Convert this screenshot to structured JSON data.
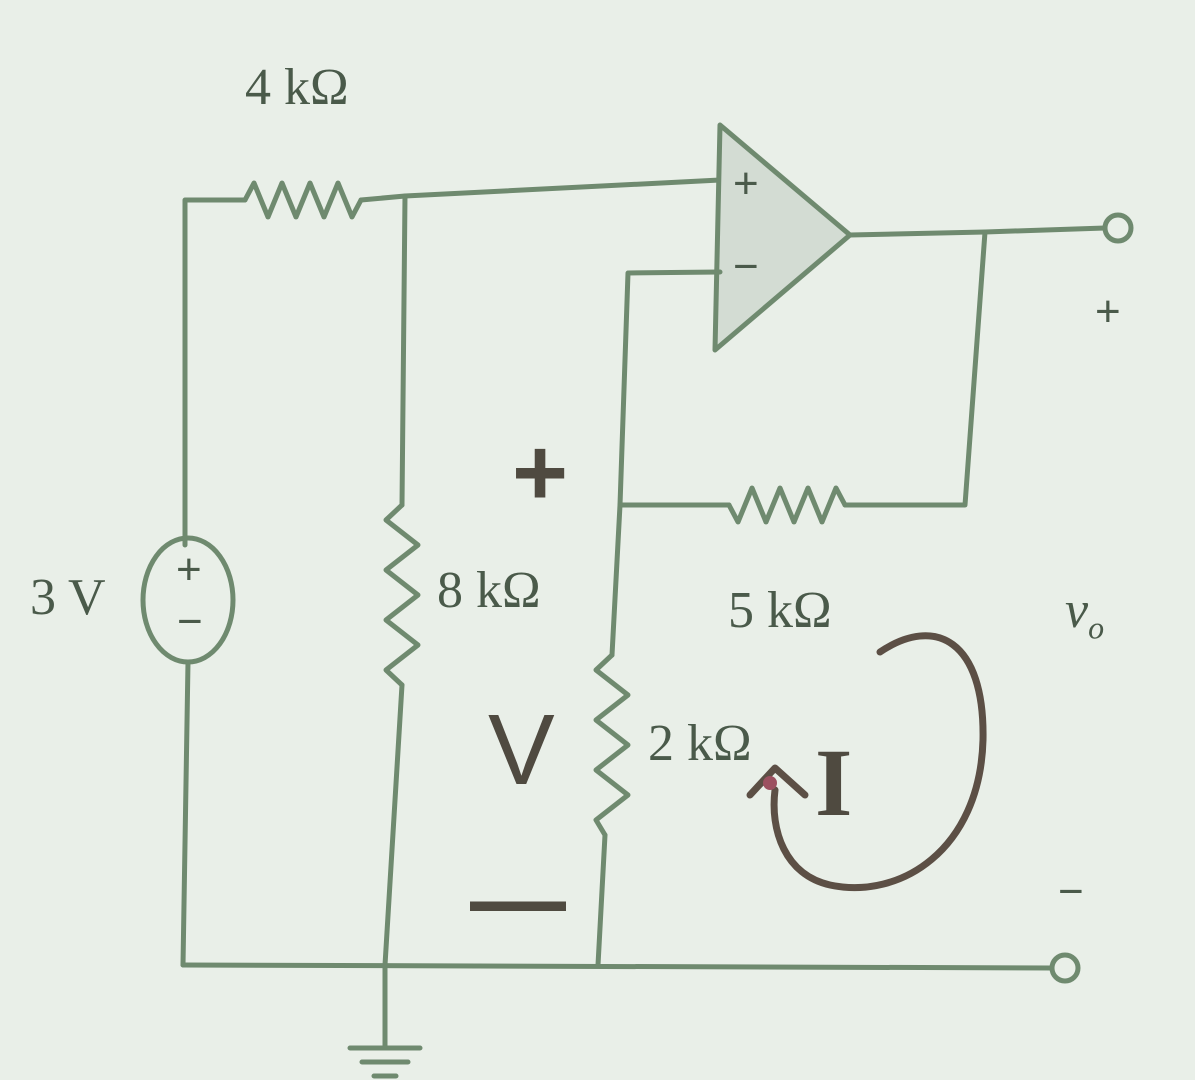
{
  "diagram": {
    "resistors": {
      "r1": "4 kΩ",
      "r2": "8 kΩ",
      "r3": "5 kΩ",
      "r4": "2 kΩ"
    },
    "source": {
      "value": "3 V",
      "plus": "+",
      "minus": "−"
    },
    "opamp": {
      "noninverting": "+",
      "inverting": "−"
    },
    "output": {
      "label": "v",
      "subscript": "o",
      "plus": "+",
      "minus": "−"
    },
    "handwriting": {
      "plus": "+",
      "voltage": "V",
      "minus": "—",
      "current": "I"
    },
    "colors": {
      "wire": "#6f8a6f",
      "ink": "#5c4f45",
      "background": "#e9efe8"
    }
  }
}
